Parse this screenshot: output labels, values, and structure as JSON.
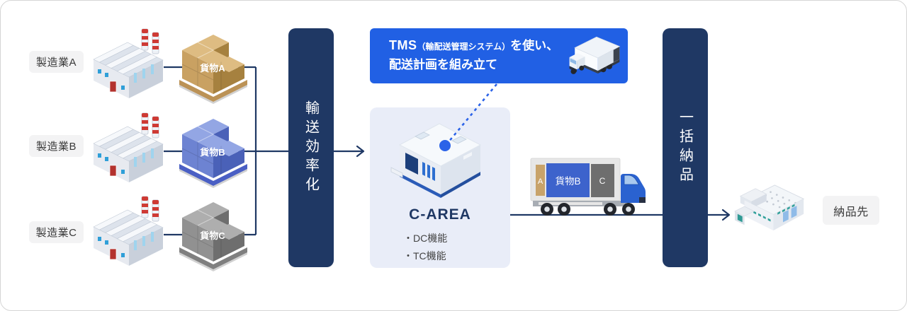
{
  "diagram": {
    "manufacturers": [
      {
        "label": "製造業A",
        "cargo_label": "貨物A",
        "cargo_colors": {
          "light": "#debc82",
          "mid": "#c9a162",
          "dark": "#a6813f",
          "pallet": "#bb9256"
        }
      },
      {
        "label": "製造業B",
        "cargo_label": "貨物B",
        "cargo_colors": {
          "light": "#93a6e4",
          "mid": "#6d83d2",
          "dark": "#4a61b8",
          "pallet": "#4a5fc4"
        }
      },
      {
        "label": "製造業C",
        "cargo_label": "貨物C",
        "cargo_colors": {
          "light": "#aeaeae",
          "mid": "#919191",
          "dark": "#6e6e6e",
          "pallet": "#7f7f7f"
        }
      }
    ],
    "stage1": {
      "label": "輸送効率化"
    },
    "stage2": {
      "label": "一括納品"
    },
    "tms": {
      "title_main": "TMS",
      "title_paren": "（輸配送管理システム）",
      "title_suffix": "を使い、",
      "line2": "配送計画を組み立て"
    },
    "c_area": {
      "title": "C-AREA",
      "features": [
        "・DC機能",
        "・TC機能"
      ]
    },
    "delivery_truck": {
      "segments": [
        {
          "label": "A",
          "color": "#c8a36a"
        },
        {
          "label": "貨物B",
          "color": "#3d63cc"
        },
        {
          "label": "C",
          "color": "#6e6e6e"
        }
      ]
    },
    "destination": {
      "label": "納品先"
    },
    "colors": {
      "navy": "#1f3864",
      "accent_blue": "#2160e4",
      "panel_bg": "#e9edf8",
      "label_bg": "#f3f3f4",
      "dotted_blue": "#2b63e8"
    }
  }
}
